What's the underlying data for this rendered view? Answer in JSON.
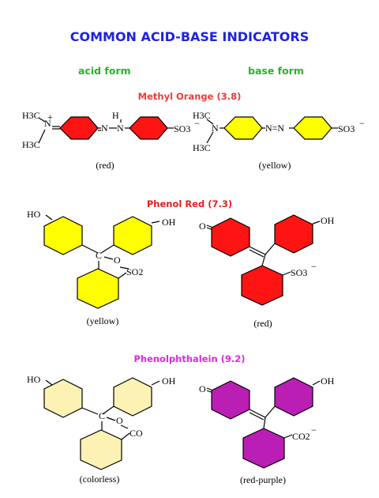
{
  "title": "COMMON ACID-BASE INDICATORS",
  "column_labels": {
    "acid": "acid form",
    "base": "base form"
  },
  "colors": {
    "title": "#1d22e0",
    "column_labels": "#27b427",
    "red_fill": "#ff1414",
    "yellow_fill": "#ffff00",
    "colorless_fill": "#fbf2b4",
    "purple_fill": "#bb1eb5",
    "bond": "#000000"
  },
  "indicators": [
    {
      "name": "Methyl Orange (3.8)",
      "name_color": "#f03a3a",
      "acid": {
        "color_label": "(red)",
        "groups": [
          "H3C",
          "N",
          "+",
          "H3C",
          "N",
          "N",
          "H",
          "SO3",
          "−"
        ]
      },
      "base": {
        "color_label": "(yellow)",
        "groups": [
          "H3C",
          "N",
          "H3C",
          "N=N",
          "SO3",
          "−"
        ]
      }
    },
    {
      "name": "Phenol Red (7.3)",
      "name_color": "#ee1c1c",
      "acid": {
        "color_label": "(yellow)",
        "groups": [
          "HO",
          "OH",
          "C",
          "O",
          "SO2"
        ]
      },
      "base": {
        "color_label": "(red)",
        "groups": [
          "O",
          "OH",
          "SO3",
          "−"
        ]
      }
    },
    {
      "name": "Phenolphthalein (9.2)",
      "name_color": "#e426e4",
      "acid": {
        "color_label": "(colorless)",
        "groups": [
          "HO",
          "OH",
          "C",
          "O",
          "CO"
        ]
      },
      "base": {
        "color_label": "(red-purple)",
        "groups": [
          "O",
          "OH",
          "CO2",
          "−"
        ]
      }
    }
  ]
}
